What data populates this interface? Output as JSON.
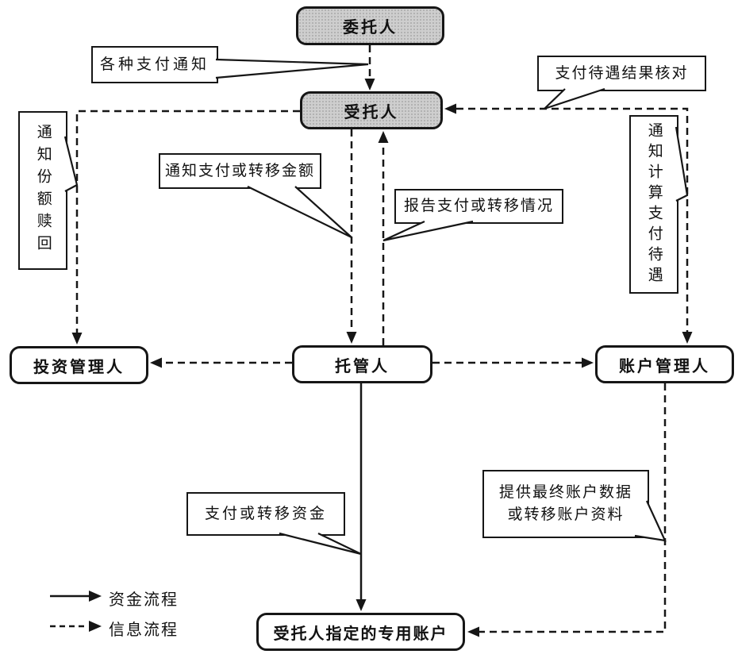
{
  "nodes": {
    "client": {
      "label": "委托人"
    },
    "trustee": {
      "label": "受托人"
    },
    "investment_manager": {
      "label": "投资管理人"
    },
    "custodian": {
      "label": "托管人"
    },
    "account_manager": {
      "label": "账户管理人"
    },
    "special_account": {
      "label": "受托人指定的专用账户"
    }
  },
  "callouts": {
    "payment_notices": {
      "label": "各种支付通知"
    },
    "benefit_result_check": {
      "label": "支付待遇结果核对"
    },
    "notify_share_redemption": {
      "label": "通知份额赎回"
    },
    "notify_payment_amount": {
      "label": "通知支付或转移金额"
    },
    "report_payment_status": {
      "label": "报告支付或转移情况"
    },
    "notify_calc_benefit": {
      "label": "通知计算支付待遇"
    },
    "pay_transfer_funds": {
      "label": "支付或转移资金"
    },
    "provide_account_data": {
      "line1": "提供最终账户数据",
      "line2": "或转移账户资料"
    }
  },
  "legend": {
    "solid_label": "资金流程",
    "dashed_label": "信息流程"
  },
  "edges": [
    {
      "from": "委托人",
      "to": "受托人",
      "type": "信息流程",
      "label": "各种支付通知"
    },
    {
      "from": "受托人",
      "to": "投资管理人",
      "type": "信息流程",
      "label": "通知份额赎回"
    },
    {
      "from": "受托人",
      "to": "托管人",
      "type": "信息流程",
      "label": "通知支付或转移金额"
    },
    {
      "from": "托管人",
      "to": "受托人",
      "type": "信息流程",
      "label": "报告支付或转移情况"
    },
    {
      "from": "受托人",
      "to": "账户管理人",
      "type": "信息流程",
      "label": "通知计算支付待遇"
    },
    {
      "from": "账户管理人",
      "to": "受托人",
      "type": "信息流程",
      "label": "支付待遇结果核对"
    },
    {
      "from": "托管人",
      "to": "投资管理人",
      "type": "信息流程"
    },
    {
      "from": "托管人",
      "to": "账户管理人",
      "type": "信息流程"
    },
    {
      "from": "托管人",
      "to": "受托人指定的专用账户",
      "type": "资金流程",
      "label": "支付或转移资金"
    },
    {
      "from": "账户管理人",
      "to": "受托人指定的专用账户",
      "type": "信息流程",
      "label": "提供最终账户数据或转移账户资料"
    }
  ],
  "colors": {
    "node_fill_gray": "#cecece",
    "node_fill_white": "#ffffff",
    "stroke": "#161616",
    "background": "#ffffff"
  }
}
